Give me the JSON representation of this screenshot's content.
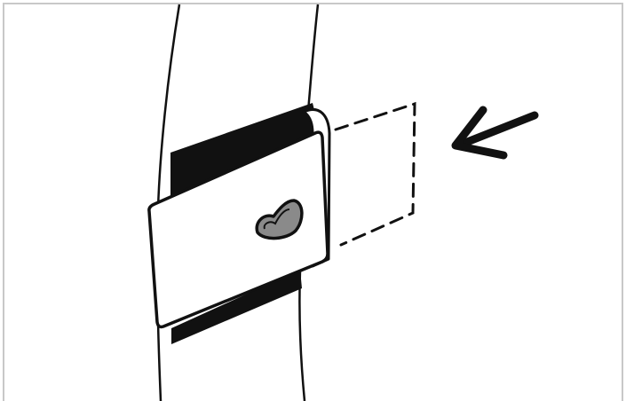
{
  "illustration": {
    "kind": "instruction-diagram",
    "subject": "strap-with-sliding-clip",
    "action": "slide-clip-in-arrow-direction",
    "colors": {
      "background": "#ffffff",
      "frame": "#c8c8c8",
      "ink": "#111111",
      "band": "#111111",
      "clip_face": "#ffffff",
      "logo_fill": "#8a8a8a"
    },
    "icons": {
      "direction_arrow": "arrow-left-down-icon",
      "clip_logo": "droplet-logo-icon"
    }
  }
}
